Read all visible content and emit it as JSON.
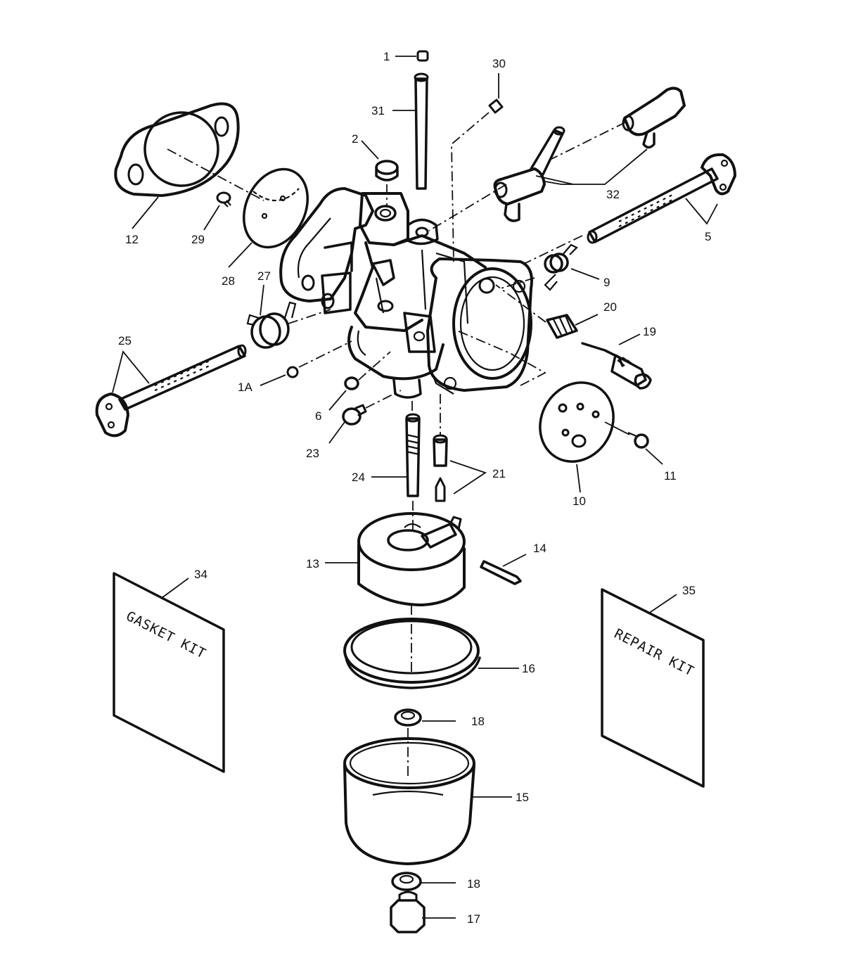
{
  "callouts": {
    "c1": "1",
    "c1A": "1A",
    "c2": "2",
    "c5": "5",
    "c6": "6",
    "c9": "9",
    "c10": "10",
    "c11": "11",
    "c12": "12",
    "c13": "13",
    "c14": "14",
    "c15": "15",
    "c16": "16",
    "c17": "17",
    "c18a": "18",
    "c18b": "18",
    "c19": "19",
    "c20": "20",
    "c21": "21",
    "c23": "23",
    "c24": "24",
    "c25": "25",
    "c27": "27",
    "c28": "28",
    "c29": "29",
    "c30": "30",
    "c31": "31",
    "c32": "32",
    "c34": "34",
    "c35": "35"
  },
  "kits": {
    "gasket_kit": "GASKET KIT",
    "repair_kit": "REPAIR KIT"
  }
}
